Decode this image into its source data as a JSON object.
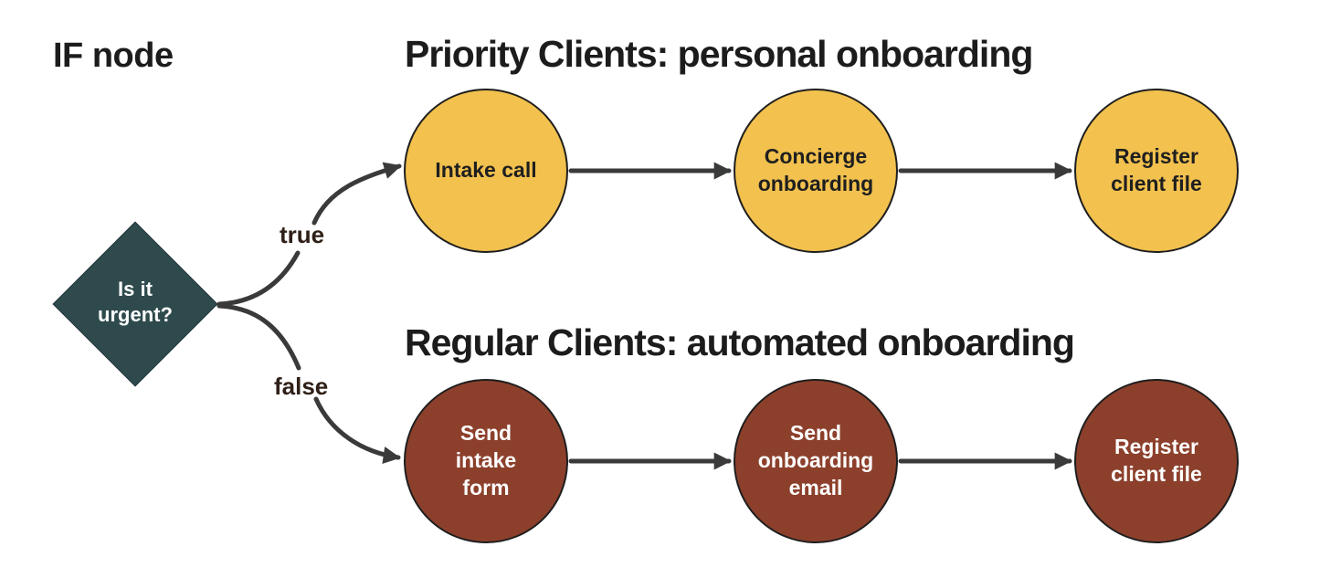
{
  "title": "IF node",
  "decision": {
    "label": "Is it\nurgent?",
    "color": "#2F4A4D",
    "text_color": "#FFFFFF"
  },
  "branches": {
    "true": {
      "label": "true",
      "heading": "Priority Clients: personal onboarding",
      "node_color": "#F2C14E",
      "node_text_color": "#1F1F1F",
      "nodes": [
        {
          "label": "Intake call"
        },
        {
          "label": "Concierge\nonboarding"
        },
        {
          "label": "Register\nclient file"
        }
      ]
    },
    "false": {
      "label": "false",
      "heading": "Regular Clients: automated onboarding",
      "node_color": "#8C402C",
      "node_text_color": "#FFFFFF",
      "nodes": [
        {
          "label": "Send\nintake\nform"
        },
        {
          "label": "Send\nonboarding\nemail"
        },
        {
          "label": "Register\nclient file"
        }
      ]
    }
  },
  "colors": {
    "background": "#FFFFFF",
    "arrow": "#3A3A3A",
    "heading_text": "#1C1C1C",
    "edge_label_text": "#2E1F17",
    "node_border": "#1E1E1E"
  }
}
